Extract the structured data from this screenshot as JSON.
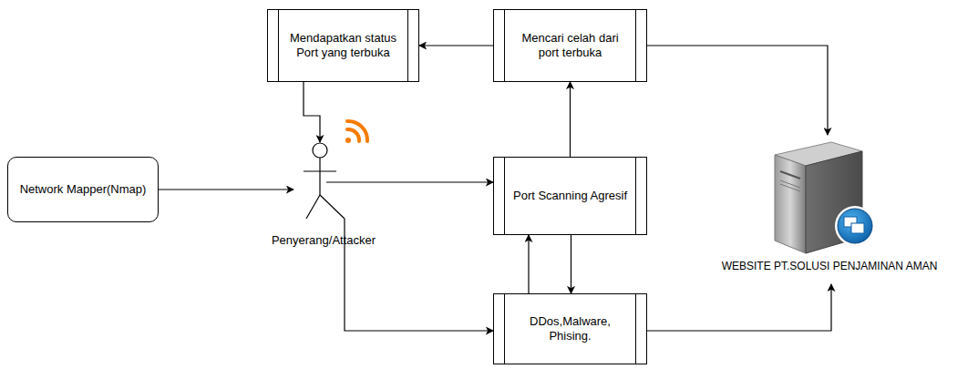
{
  "diagram": {
    "nodes": [
      {
        "text": [
          "Network Mapper(Nmap)"
        ]
      },
      {
        "text": [
          "Penyerang/Attacker"
        ]
      },
      {
        "text": [
          "Mendapatkan status Port yang terbuka"
        ]
      },
      {
        "text": [
          "Mencari celah dari port terbuka"
        ]
      },
      {
        "text": [
          "Port Scanning Agresif"
        ]
      },
      {
        "text": [
          "DDos,Malware, Phising."
        ]
      },
      {
        "text": [
          "WEBSITE PT.SOLUSI PENJAMINAN AMAN"
        ]
      }
    ],
    "edges": [
      {
        "from": 0,
        "to": 1,
        "arrow": "to"
      },
      {
        "from": 1,
        "to": 4,
        "arrow": "to"
      },
      {
        "from": 4,
        "to": 3,
        "arrow": "to"
      },
      {
        "from": 3,
        "to": 2,
        "arrow": "to"
      },
      {
        "from": 2,
        "to": 1,
        "arrow": "to"
      },
      {
        "from": 3,
        "to": 6,
        "arrow": "to"
      },
      {
        "from": 1,
        "to": 5,
        "arrow": "to"
      },
      {
        "from": 4,
        "to": 5,
        "arrow": "to"
      },
      {
        "from": 5,
        "to": 4,
        "arrow": "to"
      },
      {
        "from": 5,
        "to": 6,
        "arrow": "to"
      }
    ]
  }
}
